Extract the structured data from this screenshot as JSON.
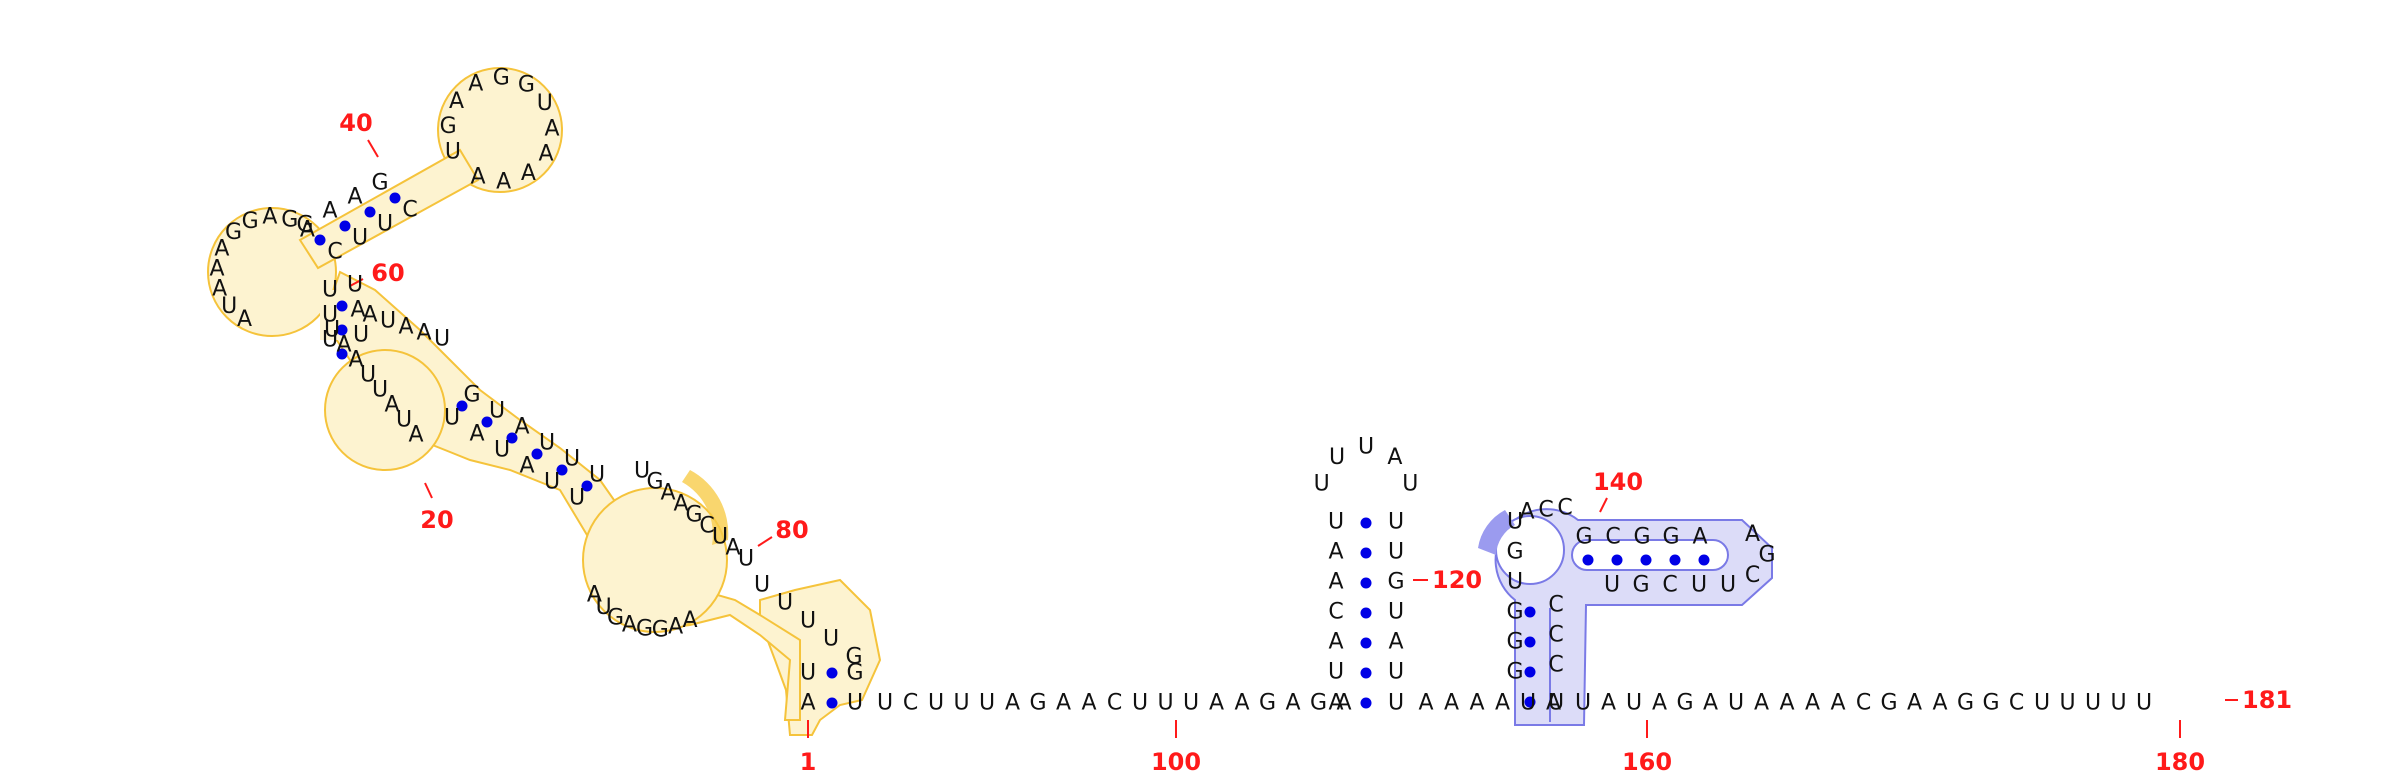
{
  "colors": {
    "background": "#ffffff",
    "nucleotide": "#111111",
    "pair_dot": "#0000e6",
    "number": "#ff1a1a",
    "yellow_fill": "#fdf3d0",
    "yellow_stroke": "#f5c33b",
    "yellow_dark": "#f7cc4a",
    "blue_fill": "#dcdcf8",
    "blue_stroke": "#7a7ae6",
    "blue_dark": "#9b9bef"
  },
  "pos_labels": [
    "1",
    "20",
    "40",
    "60",
    "80",
    "100",
    "120",
    "140",
    "160",
    "180",
    "181"
  ],
  "sequences": {
    "stem1_5p": "AU",
    "stem1_3p": "UG",
    "tail_to_hp1": "UCUUUAGAACUUUAAGAGA",
    "hp1_5p": "UACAAU",
    "hp1_loop": "UUUAU",
    "hp1_3p": "UUGUAU",
    "link_to_ps": "AAAAUA",
    "ps_left": "GGGUGU",
    "ps_top": "ACC",
    "ps_arm_top": "GCGGA",
    "ps_arm_loop": "AGC",
    "ps_arm_bottom": "UUCGU",
    "ps_right": "CCC",
    "tail_3p": "UAUAGAUAAAACGAAGGCUUUUU",
    "big_loop_bottom": "AUGAGGAA",
    "big_loop_top": "UGAAGCUAU",
    "mid_stem_5p": "UAUAUU",
    "mid_stem_3p": "GUAUUU",
    "int_loop_bottom": "UAAUUAUA",
    "int_loop_top": "AUAAU",
    "upper_stem_5p": "UUU",
    "upper_stem_3p": "UAU",
    "left_loop": "AGAGGAAAUA",
    "top_stem_5p": "GAAG",
    "top_stem_3p": "CUUC",
    "top_loop": "UGAAGGUAAAAA",
    "stem80_3p": "UUUUG"
  }
}
